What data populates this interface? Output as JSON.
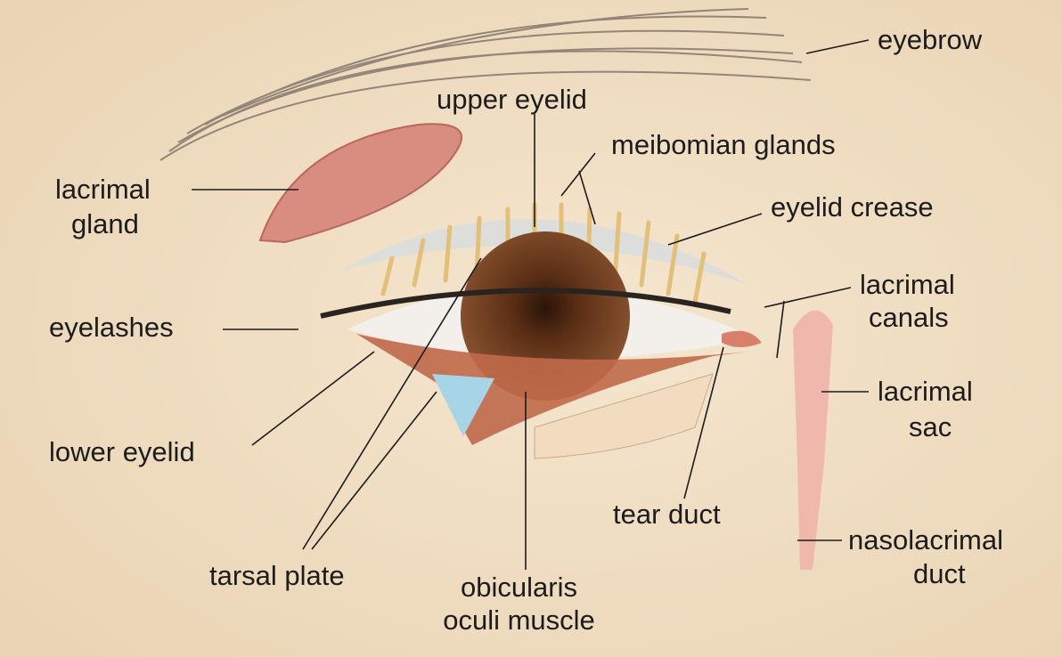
{
  "title": "Eye anatomy",
  "labels": {
    "eyebrow": "eyebrow",
    "upper_eyelid": "upper eyelid",
    "meibomian_glands": "meibomian glands",
    "eyelid_crease": "eyelid crease",
    "lacrimal_gland_1": "lacrimal",
    "lacrimal_gland_2": "gland",
    "lacrimal_canals_1": "lacrimal",
    "lacrimal_canals_2": "canals",
    "eyelashes": "eyelashes",
    "lacrimal_sac_1": "lacrimal",
    "lacrimal_sac_2": "sac",
    "lower_eyelid": "lower eyelid",
    "tear_duct": "tear duct",
    "nasolacrimal_duct_1": "nasolacrimal",
    "nasolacrimal_duct_2": "duct",
    "tarsal_plate": "tarsal plate",
    "obicularis_1": "obicularis",
    "obicularis_2": "oculi muscle"
  },
  "colors": {
    "skin": "#f1e0c6",
    "iris": "#6b3a1f",
    "gland": "#d98c80",
    "line": "#1c1c1c"
  }
}
